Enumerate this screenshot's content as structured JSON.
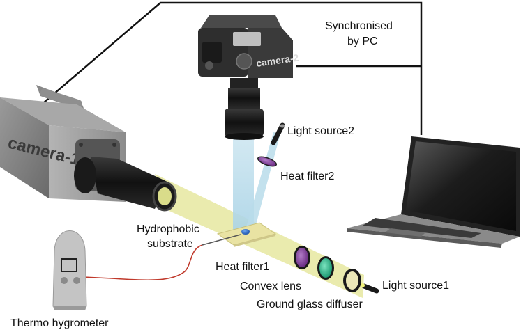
{
  "labels": {
    "sync": "Synchronised",
    "sync_line2": "by PC",
    "light_source2": "Light source2",
    "heat_filter2": "Heat filter2",
    "hydrophobic": "Hydrophobic",
    "substrate": "substrate",
    "heat_filter1": "Heat filter1",
    "convex_lens": "Convex lens",
    "light_source1": "Light source1",
    "ground_glass": "Ground glass diffuser",
    "thermo": "Thermo hygrometer",
    "camera1": "camera-1",
    "camera2": "camera-2"
  },
  "icons": [
    "camera-1-icon",
    "camera-2-icon",
    "laptop-icon",
    "thermo-hygrometer-icon",
    "light-source-1-icon",
    "light-source-2-icon"
  ],
  "colors": {
    "beam": "#e6e8a0",
    "beam_blue": "#b9dcea",
    "filter_purple": "#8a4fa0",
    "lens_green": "#3fc49a",
    "diffuser": "#ece8b8",
    "wire_red": "#c0392b",
    "droplet": "#2f6ecf"
  }
}
